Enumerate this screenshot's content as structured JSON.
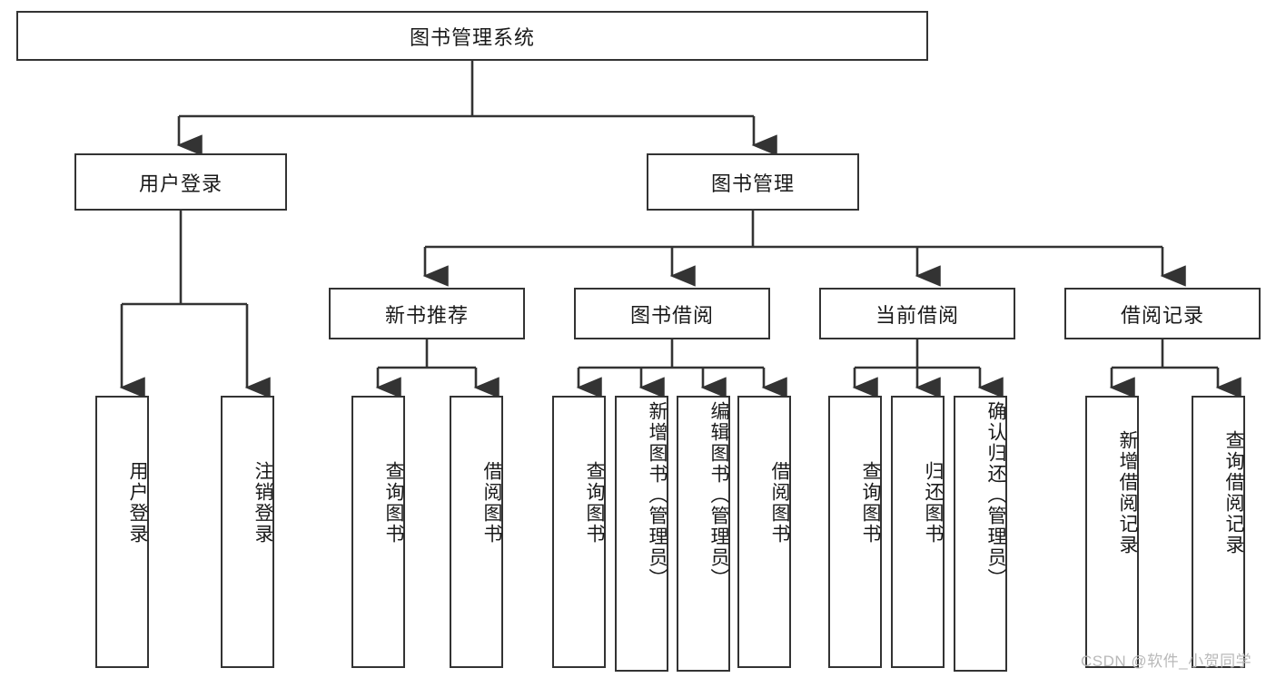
{
  "diagram": {
    "type": "tree",
    "title_node": {
      "label": "图书管理系统"
    },
    "level2": [
      {
        "label": "用户登录"
      },
      {
        "label": "图书管理"
      }
    ],
    "level3": [
      {
        "label": "新书推荐"
      },
      {
        "label": "图书借阅"
      },
      {
        "label": "当前借阅"
      },
      {
        "label": "借阅记录"
      }
    ],
    "leaves": {
      "user_login": [
        {
          "label": "用户登录"
        },
        {
          "label": "注销登录"
        }
      ],
      "new_book_recommend": [
        {
          "label": "查询图书"
        },
        {
          "label": "借阅图书"
        }
      ],
      "book_borrow": [
        {
          "label": "查询图书"
        },
        {
          "label": "新增图书（管理员）"
        },
        {
          "label": "编辑图书（管理员）"
        },
        {
          "label": "借阅图书"
        }
      ],
      "current_borrow": [
        {
          "label": "查询图书"
        },
        {
          "label": "归还图书"
        },
        {
          "label": "确认归还（管理员）"
        }
      ],
      "borrow_record": [
        {
          "label": "新增借阅记录"
        },
        {
          "label": "查询借阅记录"
        }
      ]
    }
  },
  "watermark": {
    "text": "CSDN @软件_小贺同学"
  },
  "colors": {
    "border": "#333333",
    "background": "#ffffff",
    "text": "#1a1a1a",
    "watermark": "#b9b9b9"
  }
}
